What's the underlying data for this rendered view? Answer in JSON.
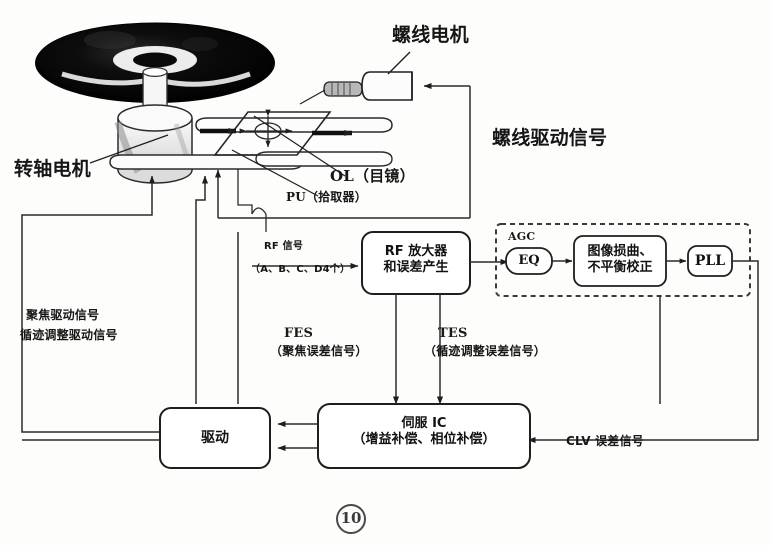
{
  "figure": {
    "number": "10",
    "caption_number_glyph": "10"
  },
  "labels": {
    "sled_motor": "螺线电机",
    "sled_drive_signal": "螺线驱动信号",
    "spindle_motor": "转轴电机",
    "objective_lens": "OL（目镜）",
    "pickup_unit": "PU（拾取器）",
    "rf_signal": "RF 信号",
    "rf_signal_sub": "（A、B、C、D4个）",
    "focus_drive_signal": "聚焦驱动信号",
    "tracking_drive_signal": "循迹调整驱动信号",
    "fes_code": "FES",
    "fes_desc": "（聚焦误差信号）",
    "tes_code": "TES",
    "tes_desc": "（循迹调整误差信号）",
    "clv_error_signal": "CLV 误差信号"
  },
  "blocks": {
    "rf_amp": {
      "line1": "RF 放大器",
      "line2": "和误差产生"
    },
    "agc": {
      "tag": "AGC",
      "inner": "EQ"
    },
    "correction": {
      "line1": "图像损曲、",
      "line2": "不平衡校正"
    },
    "pll": {
      "label": "PLL"
    },
    "servo_ic": {
      "line1": "伺服 IC",
      "line2": "（增益补偿、相位补偿）"
    },
    "driver": {
      "label": "驱动"
    }
  },
  "colors": {
    "ink": "#161616",
    "line": "#2b2b2b",
    "disc": "#050505",
    "paper": "#fdfdfc",
    "dashed": "#3a3a3a"
  }
}
